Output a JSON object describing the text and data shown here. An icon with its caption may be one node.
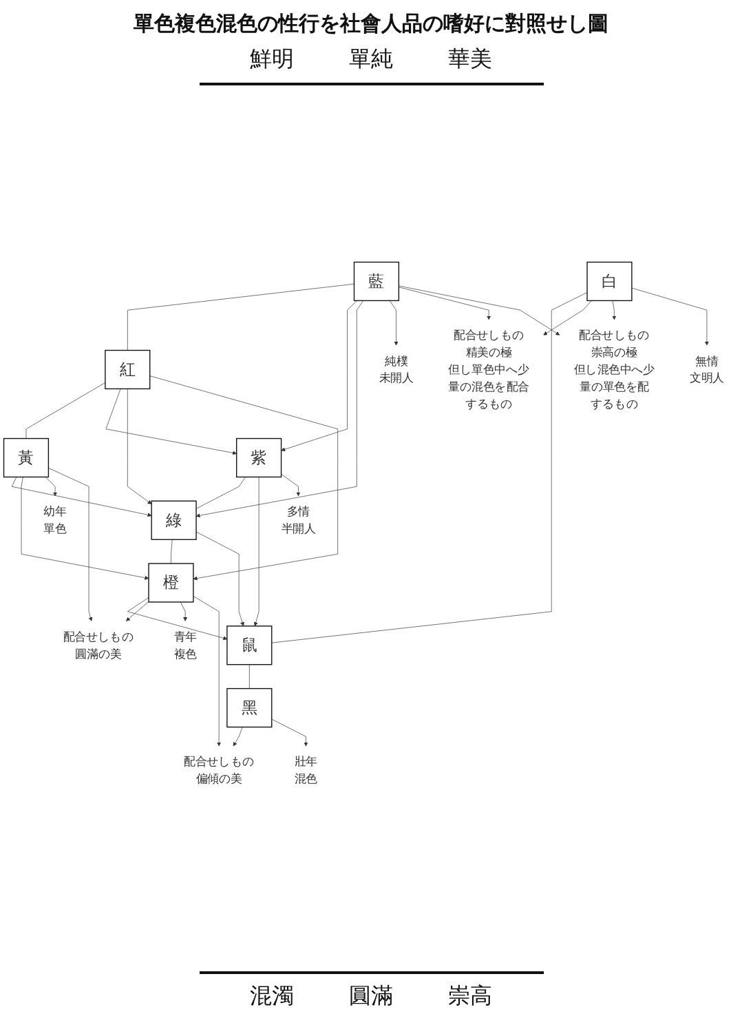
{
  "diagram": {
    "title": "單色複色混色の性行を社會人品の嗜好に對照せし圖",
    "nodes": [
      {
        "text": [
          "藍"
        ]
      },
      {
        "text": [
          "紅"
        ]
      },
      {
        "text": [
          "黃"
        ]
      },
      {
        "text": [
          "紫"
        ]
      },
      {
        "text": [
          "綠"
        ]
      },
      {
        "text": [
          "橙"
        ]
      },
      {
        "text": [
          "白"
        ]
      },
      {
        "text": [
          "鼠"
        ]
      },
      {
        "text": [
          "黑"
        ]
      },
      {
        "text": [
          "純樸",
          "未開人"
        ]
      },
      {
        "text": [
          "配合せしもの精美の極",
          "但し單色中へ少量の混色を配合するもの"
        ]
      },
      {
        "text": [
          "多情",
          "半開人"
        ]
      },
      {
        "text": [
          "配合せしもの崇高の極",
          "但し混色中へ少量の單色を配するもの"
        ]
      },
      {
        "text": [
          "無情",
          "文明人"
        ]
      },
      {
        "text": [
          "幼年",
          "單色"
        ]
      },
      {
        "text": [
          "配合せしもの圓滿の美"
        ]
      },
      {
        "text": [
          "青年",
          "複色"
        ]
      },
      {
        "text": [
          "配合せしもの偏傾の美"
        ]
      },
      {
        "text": [
          "壯年",
          "混色"
        ]
      }
    ],
    "edges": [
      {
        "from": 0,
        "to": 1,
        "arrow": "none"
      },
      {
        "from": 1,
        "to": 2,
        "arrow": "none"
      },
      {
        "from": 3,
        "to": 4,
        "arrow": "none"
      },
      {
        "from": 4,
        "to": 5,
        "arrow": "none"
      },
      {
        "from": 6,
        "to": 7,
        "arrow": "none"
      },
      {
        "from": 7,
        "to": 8,
        "arrow": "none"
      },
      {
        "from": 0,
        "to": 3,
        "arrow": "to"
      },
      {
        "from": 0,
        "to": 4,
        "arrow": "to"
      },
      {
        "from": 1,
        "to": 3,
        "arrow": "to"
      },
      {
        "from": 1,
        "to": 4,
        "arrow": "to"
      },
      {
        "from": 1,
        "to": 5,
        "arrow": "to"
      },
      {
        "from": 2,
        "to": 4,
        "arrow": "to"
      },
      {
        "from": 2,
        "to": 5,
        "arrow": "to"
      },
      {
        "from": 3,
        "to": 7,
        "arrow": "to"
      },
      {
        "from": 4,
        "to": 7,
        "arrow": "to"
      },
      {
        "from": 5,
        "to": 7,
        "arrow": "to"
      },
      {
        "from": 0,
        "to": 9,
        "arrow": "to"
      },
      {
        "from": 0,
        "to": 10,
        "arrow": "to"
      },
      {
        "from": 0,
        "to": 12,
        "arrow": "to"
      },
      {
        "from": 3,
        "to": 11,
        "arrow": "to"
      },
      {
        "from": 6,
        "to": 10,
        "arrow": "to"
      },
      {
        "from": 6,
        "to": 12,
        "arrow": "to"
      },
      {
        "from": 6,
        "to": 13,
        "arrow": "to"
      },
      {
        "from": 2,
        "to": 14,
        "arrow": "to"
      },
      {
        "from": 2,
        "to": 15,
        "arrow": "to"
      },
      {
        "from": 5,
        "to": 15,
        "arrow": "to"
      },
      {
        "from": 5,
        "to": 16,
        "arrow": "to"
      },
      {
        "from": 5,
        "to": 17,
        "arrow": "to"
      },
      {
        "from": 8,
        "to": 17,
        "arrow": "to"
      },
      {
        "from": 8,
        "to": 18,
        "arrow": "to"
      }
    ],
    "labels": [
      "鮮明",
      "單純",
      "華美",
      "混濁",
      "圓滿",
      "崇高"
    ]
  }
}
